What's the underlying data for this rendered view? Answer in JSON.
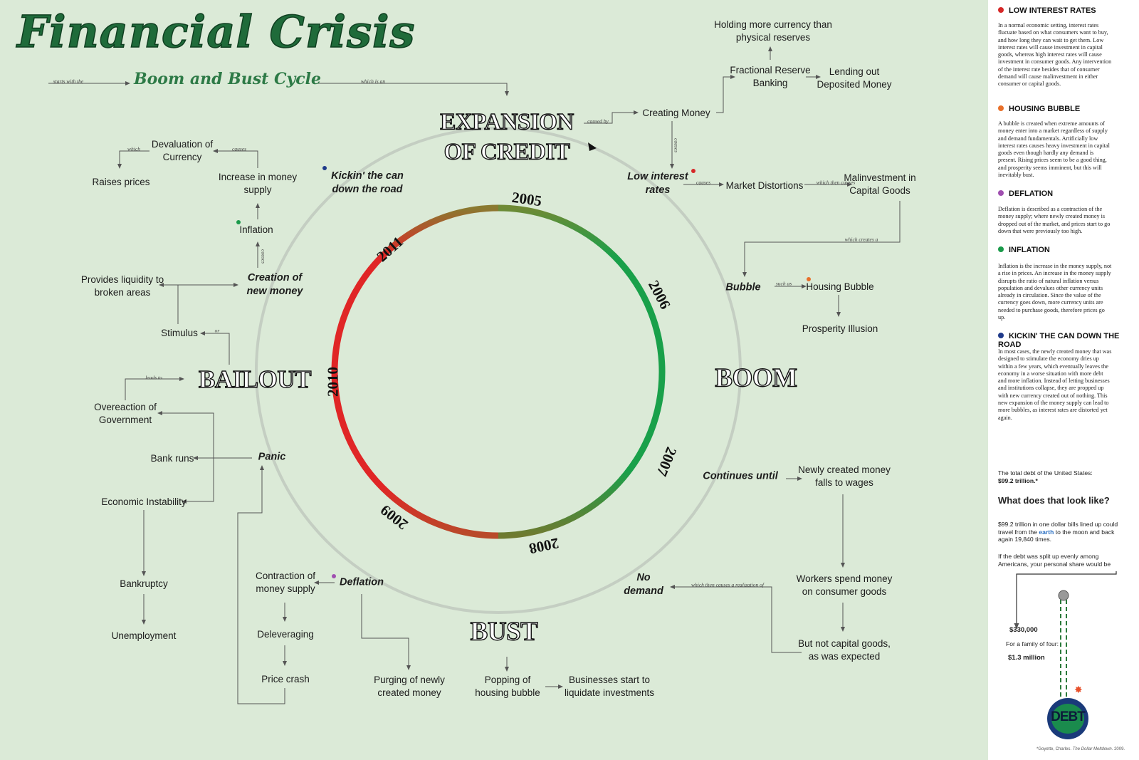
{
  "title": "Financial Crisis",
  "subtitle": "Boom and Bust Cycle",
  "hubs": {
    "expansion_line1": "EXPANSION",
    "expansion_line2": "OF CREDIT",
    "boom": "BOOM",
    "bust": "BUST",
    "bailout": "BAILOUT"
  },
  "years": [
    "2005",
    "2006",
    "2007",
    "2008",
    "2009",
    "2010",
    "2011"
  ],
  "nodes": {
    "holding_currency": "Holding more currency than\nphysical reserves",
    "fractional_reserve": "Fractional Reserve\nBanking",
    "lending_out": "Lending out\nDeposited Money",
    "creating_money": "Creating Money",
    "low_interest": "Low interest\nrates",
    "market_distortions": "Market Distortions",
    "malinvestment": "Malinvestment in\nCapital Goods",
    "bubble": "Bubble",
    "housing_bubble": "Housing Bubble",
    "prosperity_illusion": "Prosperity Illusion",
    "continues_until": "Continues until",
    "newly_created_wages": "Newly created money\nfalls to wages",
    "workers_spend": "Workers spend money\non consumer goods",
    "not_capital": "But not capital goods,\nas was expected",
    "no_demand": "No\ndemand",
    "popping": "Popping of\nhousing bubble",
    "businesses_liquidate": "Businesses start to\nliquidate investments",
    "purging": "Purging of newly\ncreated money",
    "deflation": "Deflation",
    "contraction": "Contraction of\nmoney supply",
    "deleveraging": "Deleveraging",
    "price_crash": "Price crash",
    "panic": "Panic",
    "bank_runs": "Bank runs",
    "economic_instability": "Economic Instability",
    "overreaction": "Overeaction of\nGovernment",
    "bankruptcy": "Bankruptcy",
    "unemployment": "Unemployment",
    "stimulus": "Stimulus",
    "provides_liquidity": "Provides liquidity to\nbroken areas",
    "creation_new_money": "Creation of\nnew money",
    "inflation": "Inflation",
    "increase_money_supply": "Increase in money\nsupply",
    "devaluation": "Devaluation of\nCurrency",
    "raises_prices": "Raises prices",
    "kickin": "Kickin' the can\ndown the road"
  },
  "connectors": {
    "starts_with": "starts with the",
    "which_is_an": "which is an",
    "caused_by": "caused by",
    "causes": "causes",
    "which_then_causes": "which then causes",
    "which_creates_a": "which creates a",
    "such_as": "such as",
    "which_then_causes_realization": "which then causes a realization of",
    "leads_to": "leads to",
    "or": "or",
    "which": "which",
    "causes2": "causes",
    "causes3": "causes"
  },
  "colors": {
    "red_dot": "#d62828",
    "orange_dot": "#e8702a",
    "purple_dot": "#a04fb0",
    "green_dot": "#1a9a4a",
    "blue_dot": "#1f3a8a",
    "ring_green": "#19a04a",
    "ring_red": "#e02626"
  },
  "sidebar": {
    "sections": [
      {
        "heading": "LOW INTEREST RATES",
        "dot": "#d62828",
        "text": "In a normal economic setting, interest rates flucuate based on what consumers want to buy, and how long they can wait to get them.  Low interest rates will cause investment in capital goods, whereas high interest rates will cause investment in consumer goods.  Any intervention of the interest rate besides that of consumer demand will cause malinvestment in either consumer or capital goods."
      },
      {
        "heading": "HOUSING BUBBLE",
        "dot": "#e8702a",
        "text": "A bubble is created when extreme amounts of money enter into a market regardless of supply and demand fundamentals. Artificially low interest rates causes heavy investment in capital goods even though hardly any demand is present.  Rising prices seem to be a good thing, and prosperity seems imminent, but this will inevitably bust."
      },
      {
        "heading": "DEFLATION",
        "dot": "#a04fb0",
        "text": "Deflation is described as a contraction of the money supply; where newly created money is dropped out of the market, and prices start to go down that were previously too high."
      },
      {
        "heading": "INFLATION",
        "dot": "#1a9a4a",
        "text": "Inflation is the increase in the money supply, not a rise in prices.  An increase in the money supply disrupts the ratio of natural inflation versus population and devalues other currency units already in circulation.  Since the value of the currency goes down, more currency units are needed to purchase goods, therefore prices go up."
      },
      {
        "heading": "KICKIN' THE CAN DOWN THE ROAD",
        "dot": "#1f3a8a",
        "text": "In most cases, the newly created money that was designed to stimulate the economy dries up within a few years, which eventually leaves the economy in a worse situation with more debt and more inflation.  Instead of letting businesses and institutions collapse, they are propped up with new currency created out of nothing.  This new expansion of the money supply can lead to more bubbles, as interest rates are distorted yet again."
      }
    ],
    "debt_label": "The total debt of the United States:",
    "debt_value": "$99.2 trillion.*",
    "question": "What does that look like?",
    "earth_pre": "$99.2 trillion in one dollar bills lined up could travel from the ",
    "earth_word": "earth",
    "earth_post": " to the moon and back again 19,840 times.",
    "split_text": "If the debt was split up evenly among Americans, your personal share would be",
    "personal_share": "$330,000",
    "family_label": "For a family of four:",
    "family_value": "$1.3 million",
    "bomb_text": "DEBT",
    "footnote_pre": "*Goyette, Charles.  ",
    "footnote_title": "The Dollar Meltdown",
    "footnote_post": ".  2009."
  }
}
